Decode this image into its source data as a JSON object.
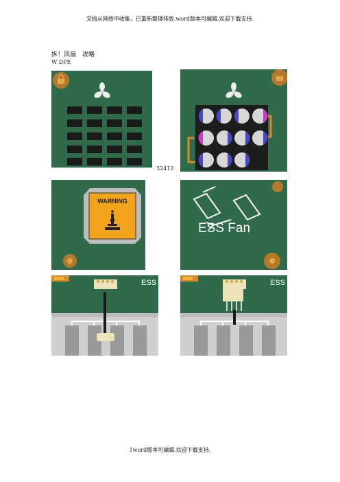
{
  "header": {
    "text": "文档从网络中收集，已重新整理排版.word版本可编辑.欢迎下载支持."
  },
  "article": {
    "title": "拆！风扇　攻略",
    "subtitle": "W DPE"
  },
  "images": {
    "caption": "32412",
    "warning_label": "WARNING",
    "ess_fan_label": "ESS Fan",
    "ess_label_left": "ESS",
    "ess_label_right": "ESS"
  },
  "footer": {
    "text": "1word版本可编辑.欢迎下载支持."
  }
}
